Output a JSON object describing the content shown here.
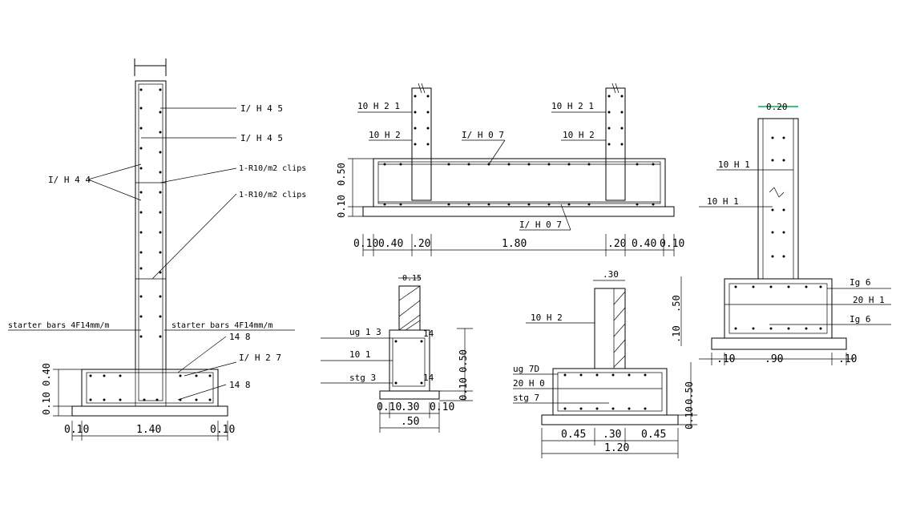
{
  "drawing_1": {
    "labels": {
      "bar_top_1": "I/ H 4 5",
      "bar_top_2": "I/ H 4 5",
      "side_bars": "I/ H 4 4",
      "clips_1": "1-R10/m2 clips",
      "clips_2": "1-R10/m2 clips",
      "starter_left": "starter bars 4F14mm/m",
      "starter_right": "starter bars 4F14mm/m",
      "bar_148_a": "14 8",
      "bar_127": "I/ H 2 7",
      "bar_148_b": "14 8"
    },
    "dims": {
      "vertical_top": "0.40",
      "vertical_bottom": "0.10",
      "bottom_left": "0.10",
      "bottom_mid": "1.40",
      "bottom_right": "0.10"
    }
  },
  "drawing_2": {
    "labels": {
      "top_left_1": "10 H 2 1",
      "top_left_2": "10 H 2",
      "mid": "I/ H 0 7",
      "top_right_1": "10 H 2 1",
      "top_right_2": "10 H 2",
      "bottom": "I/ H 0 7"
    },
    "dims": {
      "v_top": "0.50",
      "v_bottom": "0.10",
      "d1": "0.10",
      "d2": "0.40",
      "d3": ".20",
      "d4": "1.80",
      "d5": ".20",
      "d6": "0.40",
      "d7": "0.10"
    }
  },
  "drawing_3": {
    "labels": {
      "top": "0.15",
      "ug": "ug 1 3",
      "n14_a": "14",
      "sd": "10 1",
      "stg": "stg 3",
      "n14_b": "14"
    },
    "dims": {
      "v_top": "0.50",
      "v_bottom": "0.10",
      "b1": "0.10",
      "b2": ".30",
      "b3": "0.10",
      "b4": ".50"
    }
  },
  "drawing_4": {
    "labels": {
      "top": ".30",
      "bar_1": "10 H 2",
      "ug": "ug 7D",
      "bar_2": "20 H 0",
      "stg": "stg 7"
    },
    "dims": {
      "right_top_a": ".50",
      "right_top_b": ".10",
      "right_bot_a": "0.50",
      "right_bot_b": "0.10",
      "b1": "0.45",
      "b2": ".30",
      "b3": "0.45",
      "b4": "1.20"
    }
  },
  "drawing_5": {
    "labels": {
      "top": "0.20",
      "bar_1": "10 H 1",
      "bar_2": "10 H 1",
      "lg_1": "Ig 6",
      "bar_3": "20 H 1",
      "lg_2": "Ig 6"
    },
    "dims": {
      "b1": ".10",
      "b2": ".90",
      "b3": ".10"
    }
  },
  "colors": {
    "line": "#000000",
    "accent": "#00b050",
    "background": "#ffffff"
  }
}
